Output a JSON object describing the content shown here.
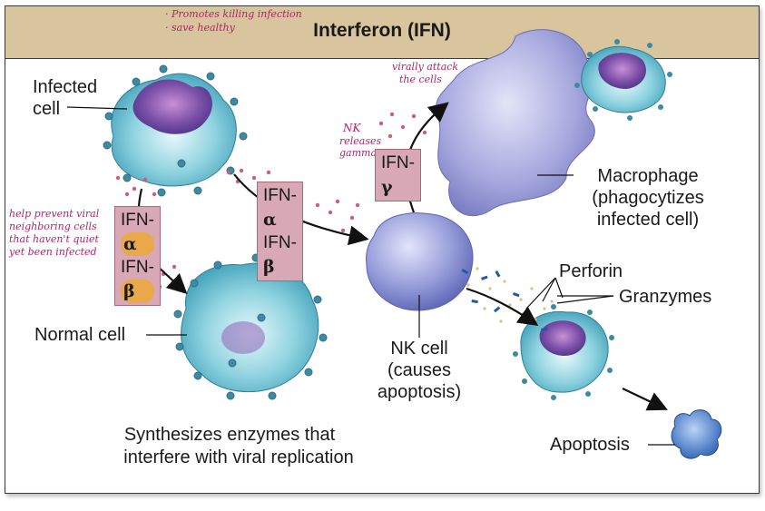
{
  "header": {
    "title": "Interferon (IFN)"
  },
  "notes": {
    "top_line1": "· Promotes killing infection",
    "top_line2": "· save healthy",
    "virally_attack": [
      "virally attack",
      "the cells"
    ],
    "nk_releases": [
      "NK",
      "releases",
      "gamma"
    ],
    "help_prevent": [
      "help prevent viral",
      "neighboring cells",
      "that haven't quiet",
      "yet been infected"
    ]
  },
  "labels": {
    "infected_cell": [
      "Infected",
      "cell"
    ],
    "normal_cell": "Normal cell",
    "nk_cell": [
      "NK cell",
      "(causes",
      "apoptosis)"
    ],
    "macrophage": [
      "Macrophage",
      "(phagocytizes",
      "infected cell)"
    ],
    "perforin": "Perforin",
    "granzymes": "Granzymes",
    "apoptosis": "Apoptosis",
    "synthesizes": [
      "Synthesizes enzymes that",
      "interfere with viral replication"
    ]
  },
  "ifn_boxes": {
    "left": {
      "line1_prefix": "IFN-",
      "line1_greek": "α",
      "line2_prefix": "IFN-",
      "line2_greek": "β"
    },
    "middle": {
      "line1_prefix": "IFN-",
      "line1_greek": "α",
      "line2_prefix": "IFN-",
      "line2_greek": "β"
    },
    "gamma": {
      "prefix": "IFN-",
      "greek": "γ"
    }
  },
  "colors": {
    "title_bar": "#d8c49d",
    "ifn_box": "#d9a8b6",
    "greek_highlight": "#e9a94a",
    "handwriting": "#b0246a",
    "cell_body": "#7ec9d8",
    "nucleus": "#7b4fa8",
    "nk_cell": "#8f95d6",
    "macrophage": "#a7a9e0"
  }
}
